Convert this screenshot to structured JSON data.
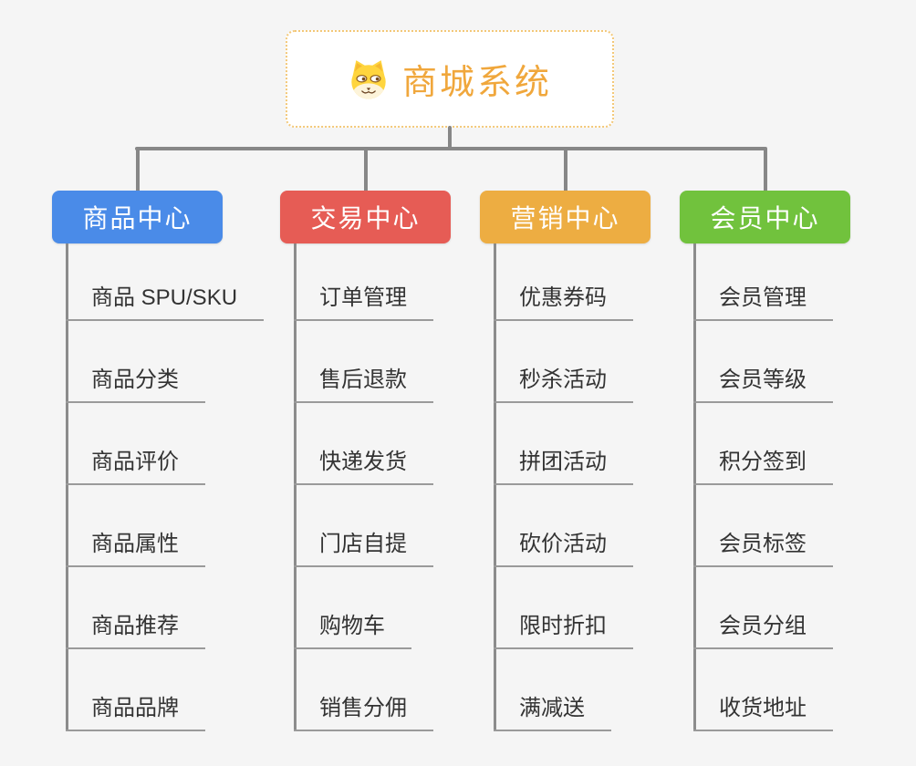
{
  "root": {
    "title": "商城系统",
    "icon": "dog-face-icon"
  },
  "branches": [
    {
      "label": "商品中心",
      "color": "#4a8be8",
      "items": [
        "商品 SPU/SKU",
        "商品分类",
        "商品评价",
        "商品属性",
        "商品推荐",
        "商品品牌"
      ]
    },
    {
      "label": "交易中心",
      "color": "#e65c55",
      "items": [
        "订单管理",
        "售后退款",
        "快递发货",
        "门店自提",
        "购物车",
        "销售分佣"
      ]
    },
    {
      "label": "营销中心",
      "color": "#edad42",
      "items": [
        "优惠券码",
        "秒杀活动",
        "拼团活动",
        "砍价活动",
        "限时折扣",
        "满减送"
      ]
    },
    {
      "label": "会员中心",
      "color": "#71c23d",
      "items": [
        "会员管理",
        "会员等级",
        "积分签到",
        "会员标签",
        "会员分组",
        "收货地址"
      ]
    }
  ],
  "colors": {
    "background": "#f5f5f5",
    "connector": "#878787",
    "item_text": "#333333",
    "item_underline": "#9a9a9a",
    "root_text": "#f0a73c",
    "root_border": "#f3c878"
  }
}
